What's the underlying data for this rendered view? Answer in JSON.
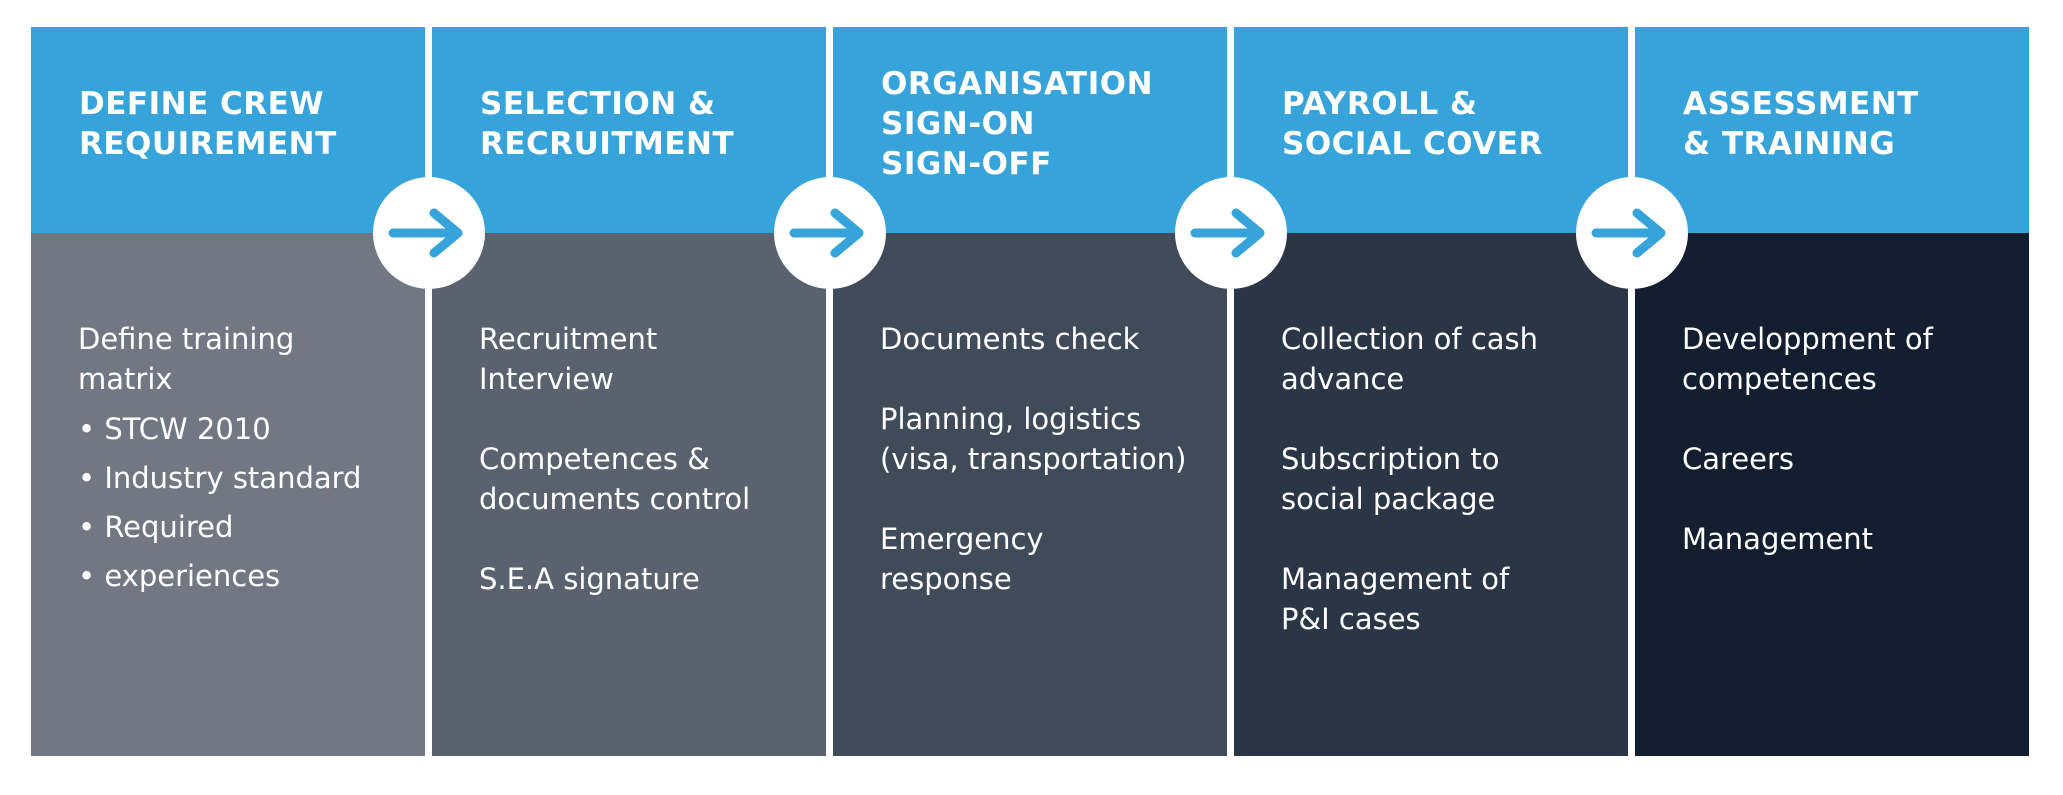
{
  "columns": [
    {
      "title": "DEFINE CREW\nREQUIREMENT",
      "intro": "Define training\nmatrix",
      "bullets": [
        "• STCW 2010",
        "• Industry standard",
        "• Required",
        "• experiences"
      ]
    },
    {
      "title": "SELECTION &\nRECRUITMENT",
      "items": [
        "Recruitment\nInterview",
        "Competences &\ndocuments control",
        "S.E.A signature"
      ]
    },
    {
      "title": "ORGANISATION\nSIGN-ON\nSIGN-OFF",
      "items": [
        "Documents check",
        "Planning, logistics\n(visa, transportation)",
        "Emergency\nresponse"
      ]
    },
    {
      "title": "PAYROLL &\nSOCIAL COVER",
      "items": [
        "Collection of cash\nadvance",
        "Subscription to\nsocial package",
        "Management of\nP&I cases"
      ]
    },
    {
      "title": "ASSESSMENT\n& TRAINING",
      "items": [
        "Developpment of\ncompetences",
        "Careers",
        "Management"
      ]
    }
  ],
  "arrows": [
    "arrow-right-icon",
    "arrow-right-icon",
    "arrow-right-icon",
    "arrow-right-icon"
  ],
  "colors": {
    "header": "#36a3db",
    "body_1": "#717883",
    "body_2": "#59626e",
    "body_3": "#404b59",
    "body_4": "#2a3546",
    "body_5": "#131e30"
  }
}
